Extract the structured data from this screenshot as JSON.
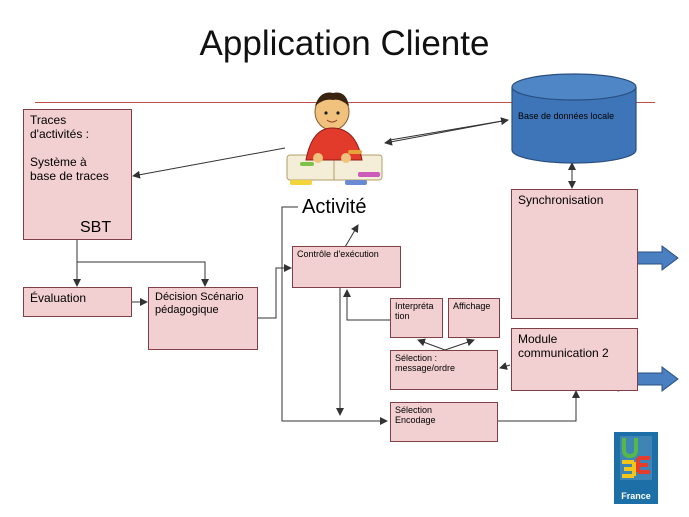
{
  "title": "Application Cliente",
  "boxes": {
    "traces": "Traces\nd'activités :\n\n Système à\nbase de traces",
    "sbt": "SBT",
    "evaluation": "Évaluation",
    "decision": "Décision Scénario\npédagogique",
    "controle": "Contrôle  d'exécution",
    "interpretation": "Interpréta\ntion",
    "affichage": "Affichage",
    "selection_message": "Sélection :\n message/ordre",
    "selection_encodage": "Sélection\nEncodage",
    "base_donnees": "Base de données  locale",
    "synchronisation": "Synchronisation",
    "module_communication": "Module\ncommunication 2",
    "activite": "Activité"
  },
  "logo_text": "France",
  "colors": {
    "box_fill": "#f2cfd0",
    "box_border": "#7f3f47",
    "db_fill": "#3d75b8",
    "arrow_blue": "#4a7fc1",
    "title_line": "#c0504d"
  },
  "icons": [
    "child-reading-icon",
    "database-cylinder-icon",
    "sbt-cylinder-icon",
    "double-arrow-icon",
    "ufe-logo-icon"
  ]
}
